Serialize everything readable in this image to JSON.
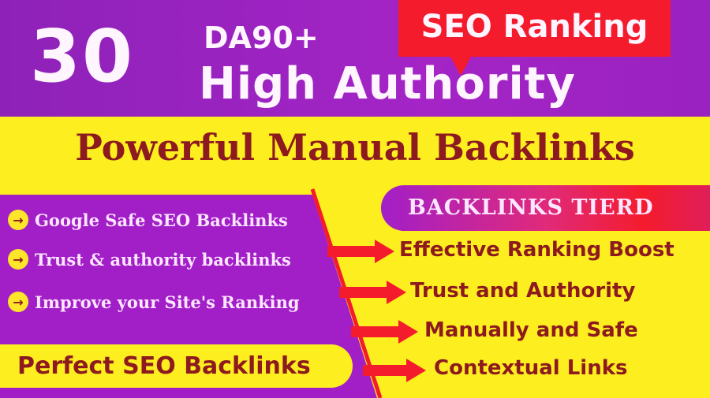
{
  "header": {
    "count": "30",
    "da": "DA90+",
    "authority": "High Authority",
    "badge": "SEO Ranking"
  },
  "headline": "Powerful Manual Backlinks",
  "features": [
    {
      "icon": "arrow-right-icon",
      "label": "Google Safe SEO Backlinks"
    },
    {
      "icon": "arrow-right-icon",
      "label": "Trust & authority backlinks"
    },
    {
      "icon": "arrow-right-icon",
      "label": "Improve your Site's Ranking"
    }
  ],
  "footer_pill": "Perfect SEO Backlinks",
  "tier": {
    "title": "BACKLINKS TIERD",
    "items": [
      "Effective Ranking Boost",
      "Trust and Authority",
      "Manually and Safe",
      "Contextual Links"
    ]
  },
  "colors": {
    "purple": "#a21fc8",
    "yellow": "#fdee1f",
    "red": "#f41c2c",
    "brown": "#8c1a1f"
  }
}
